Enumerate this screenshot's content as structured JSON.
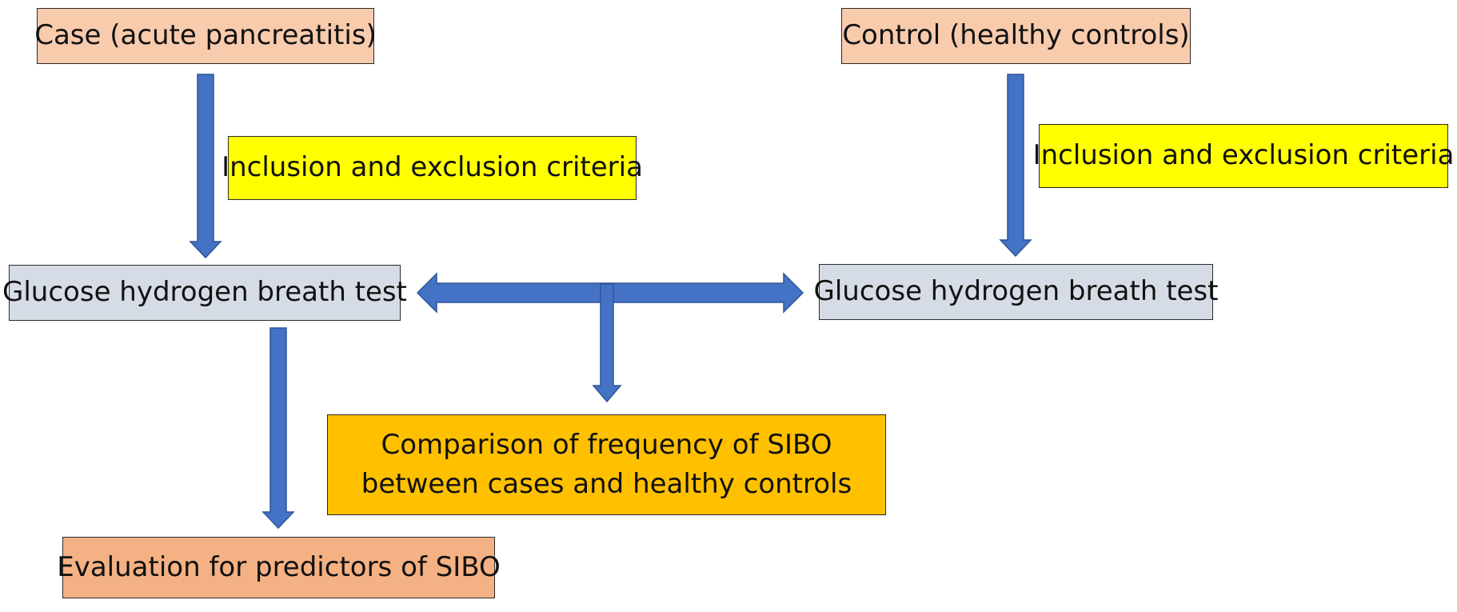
{
  "nodes": {
    "case": {
      "label": "Case (acute pancreatitis)"
    },
    "control": {
      "label": "Control (healthy controls)"
    },
    "criteria_case": {
      "label": "Inclusion and exclusion criteria"
    },
    "criteria_control": {
      "label": "Inclusion and exclusion criteria"
    },
    "ghbt_case": {
      "label": "Glucose hydrogen breath test"
    },
    "ghbt_control": {
      "label": "Glucose hydrogen breath test"
    },
    "comparison": {
      "label": "Comparison of frequency of SIBO between cases and healthy controls"
    },
    "evaluation": {
      "label": "Evaluation for predictors of SIBO"
    }
  },
  "colors": {
    "peach": "#F8CBAD",
    "yellow": "#FFFF00",
    "gray_blue": "#D6DCE5",
    "amber": "#FFC000",
    "orange": "#F4B183",
    "arrow_fill": "#4472C4",
    "arrow_stroke": "#2F5597"
  },
  "edges": [
    {
      "from": "case",
      "to": "ghbt_case"
    },
    {
      "from": "control",
      "to": "ghbt_control"
    },
    {
      "from": "ghbt_case",
      "to": "ghbt_control",
      "bidirectional": true
    },
    {
      "from": "ghbt_case",
      "to": "evaluation"
    },
    {
      "from": "ghbt_case",
      "to": "comparison"
    }
  ]
}
